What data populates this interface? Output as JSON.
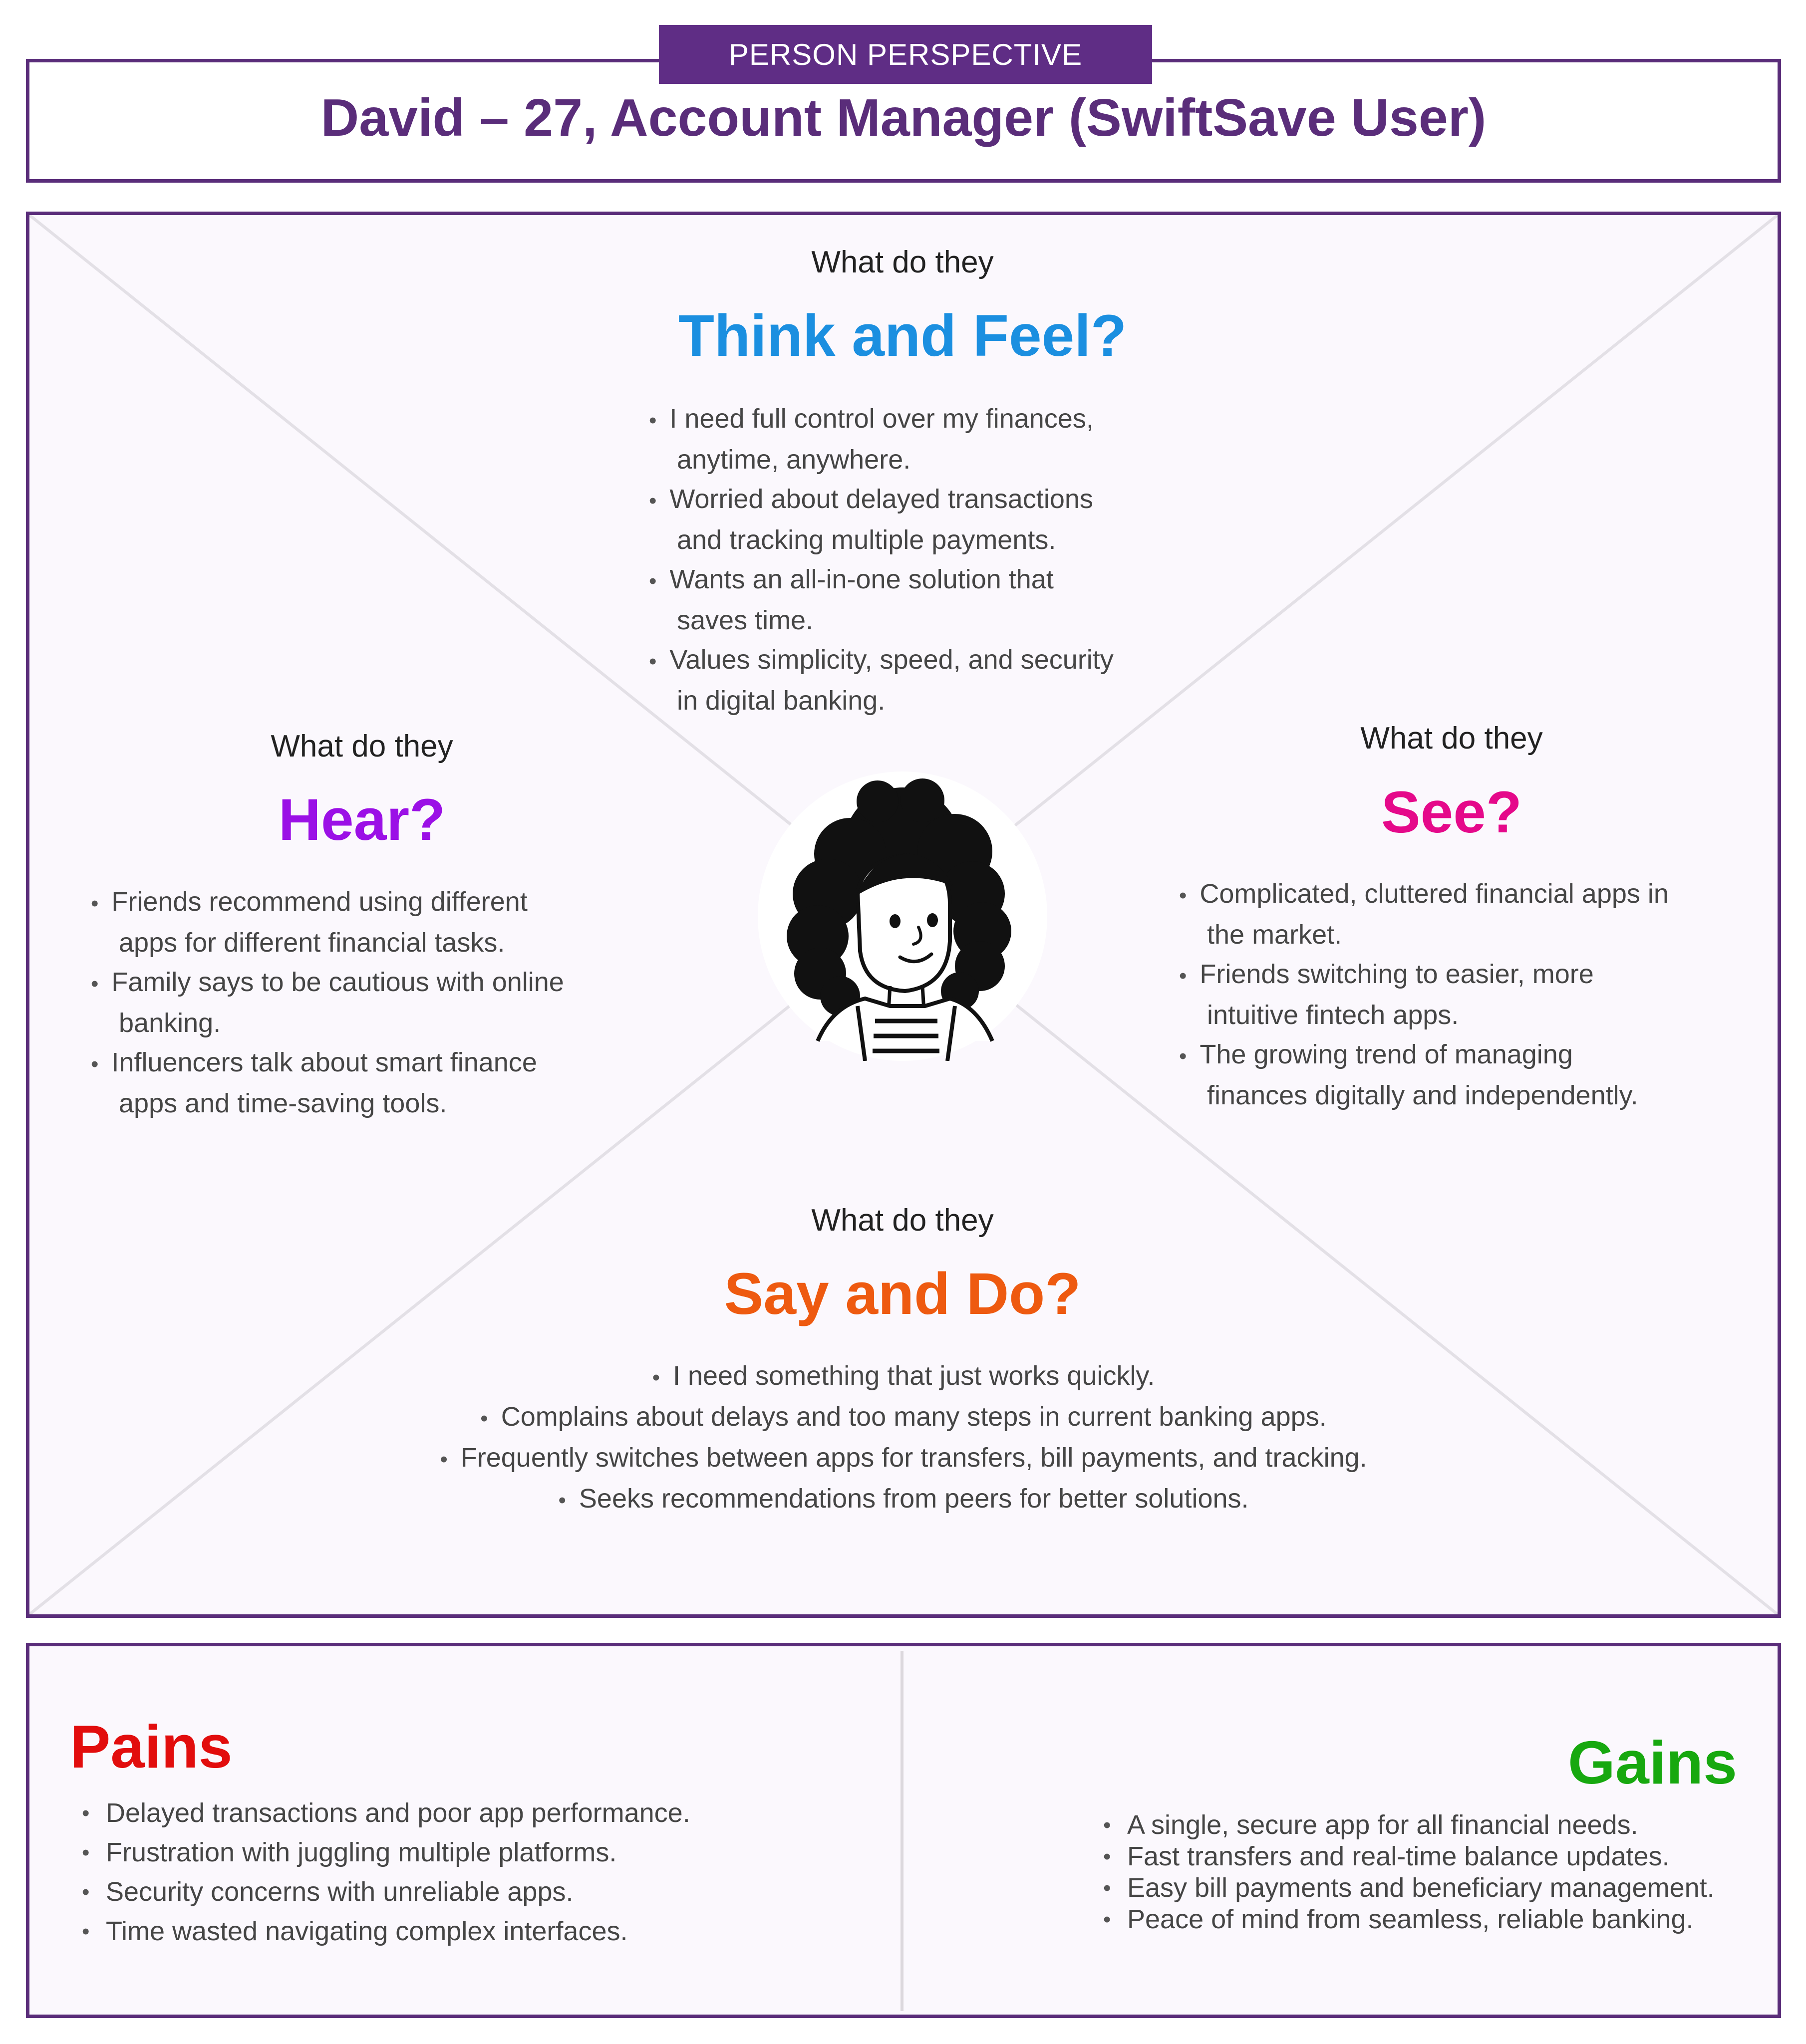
{
  "header": {
    "tab": "PERSON PERSPECTIVE",
    "title": "David – 27, Account Manager (SwiftSave User)"
  },
  "think_feel": {
    "lead": "What do they",
    "heading": "Think and Feel?",
    "color": "#1b8fe0",
    "lines": [
      "I need full control over my finances,",
      "anytime, anywhere.",
      "Worried about delayed transactions",
      "and tracking multiple payments.",
      "Wants an all-in-one solution that",
      "saves time.",
      "Values simplicity, speed, and security",
      "in digital banking."
    ]
  },
  "hear": {
    "lead": "What do they",
    "heading": "Hear?",
    "color": "#9b10e6",
    "lines": [
      "Friends recommend using different",
      "apps for different financial tasks.",
      "Family says to be cautious with online",
      "banking.",
      "Influencers talk about smart finance",
      "apps and time-saving tools."
    ]
  },
  "see": {
    "lead": "What do they",
    "heading": "See?",
    "color": "#e5098a",
    "lines": [
      "Complicated, cluttered financial apps in",
      "the market.",
      "Friends switching to easier, more",
      "intuitive fintech apps.",
      "The growing trend of managing",
      "finances digitally and independently."
    ]
  },
  "say_do": {
    "lead": "What do they",
    "heading": "Say and Do?",
    "color": "#ee5a10",
    "items": [
      "I need something that just works quickly.",
      "Complains about delays and too many steps in current banking apps.",
      "Frequently switches between apps for transfers, bill payments, and tracking.",
      "Seeks recommendations from peers for better solutions."
    ]
  },
  "pains": {
    "heading": "Pains",
    "color": "#e20d0d",
    "items": [
      "Delayed transactions and poor app performance.",
      "Frustration with juggling multiple platforms.",
      "Security concerns with unreliable apps.",
      "Time wasted navigating complex interfaces."
    ]
  },
  "gains": {
    "heading": "Gains",
    "color": "#17a80f",
    "items": [
      "A single, secure app for all financial needs.",
      "Fast transfers and real-time balance updates.",
      "Easy bill payments and beneficiary management.",
      "Peace of mind from seamless, reliable banking."
    ]
  },
  "avatar": {
    "icon": "person-avatar-illustration"
  }
}
